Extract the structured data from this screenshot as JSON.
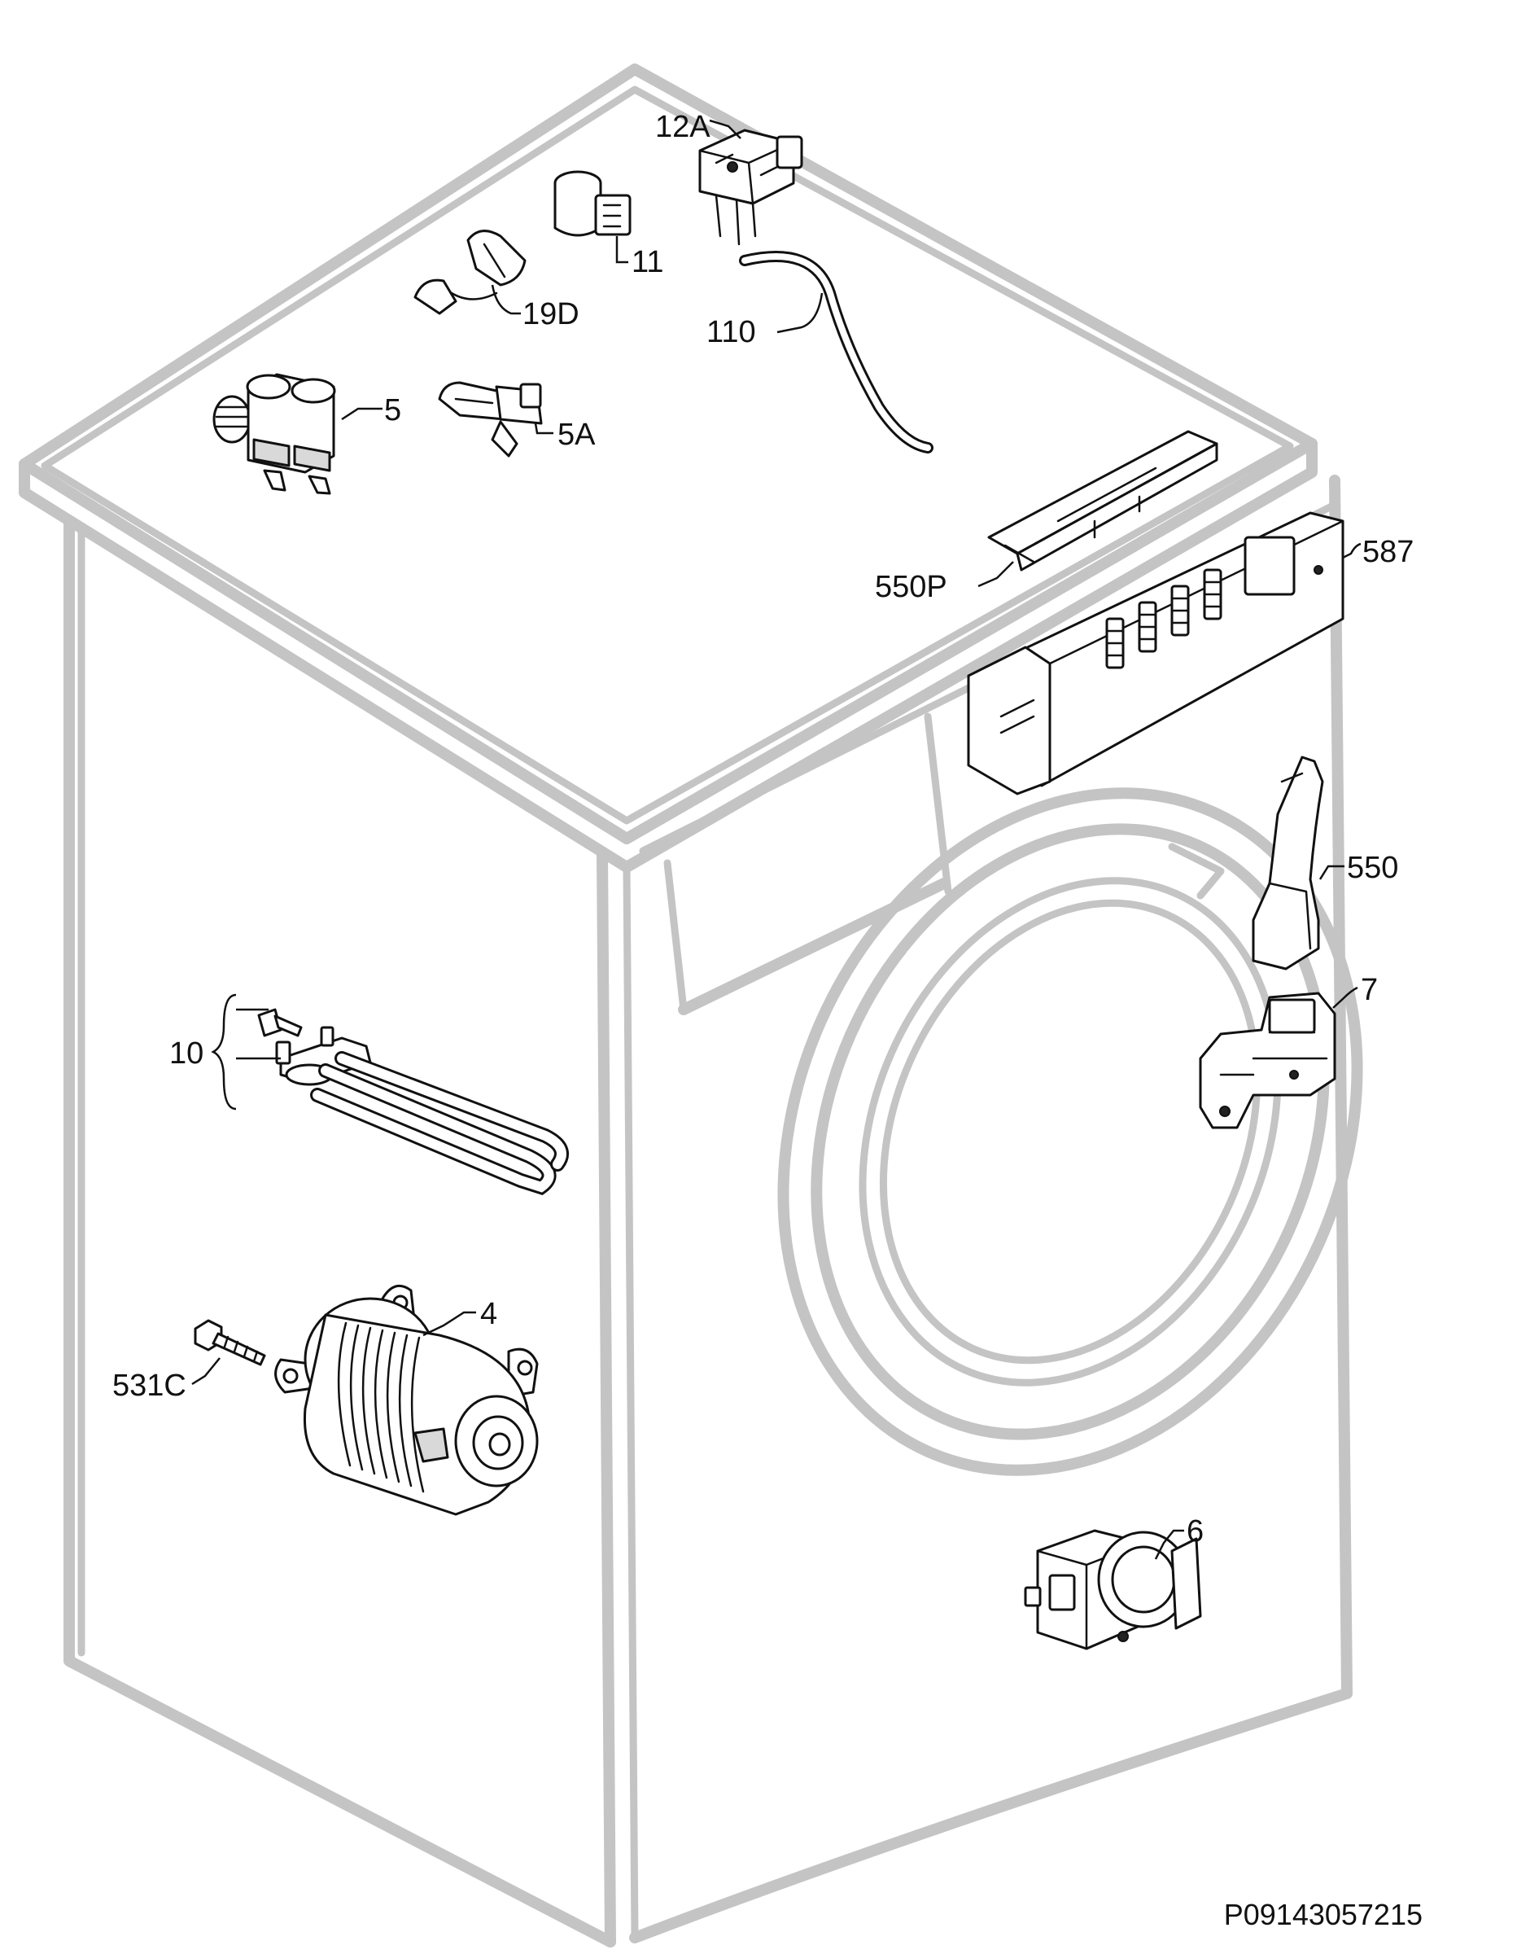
{
  "labels": {
    "p12a": "12A",
    "p11": "11",
    "p19d": "19D",
    "p110": "110",
    "p5": "5",
    "p5a": "5A",
    "p550p": "550P",
    "p587": "587",
    "p550": "550",
    "p7": "7",
    "p10": "10",
    "p4": "4",
    "p531c": "531C",
    "p6": "6"
  },
  "reference_code": "P09143057215"
}
